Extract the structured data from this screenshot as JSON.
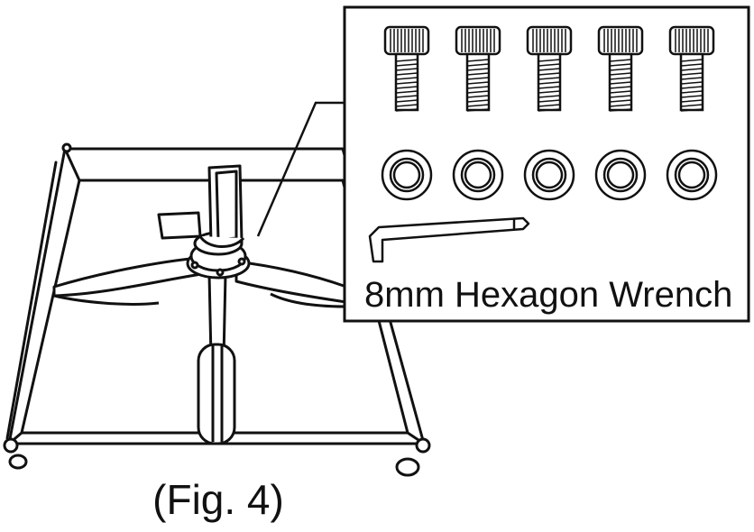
{
  "figure": {
    "caption": "(Fig. 4)"
  },
  "inset": {
    "bolt_count": 5,
    "washer_count": 5,
    "wrench_label": "8mm Hexagon Wrench"
  },
  "illustration": {
    "base": "chair-base-with-frame",
    "hardware": [
      "bolt",
      "washer",
      "hexagon-wrench"
    ]
  },
  "colors": {
    "line": "#111111",
    "background": "#ffffff"
  }
}
